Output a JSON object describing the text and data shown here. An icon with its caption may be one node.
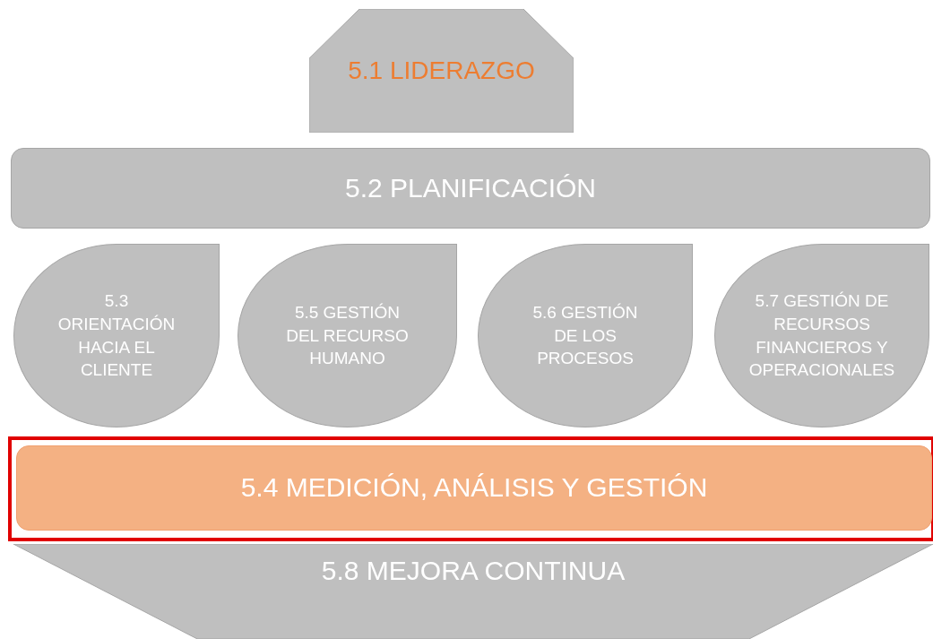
{
  "diagram": {
    "nodes": [
      {
        "text": [
          "5.1 LIDERAZGO"
        ]
      },
      {
        "text": [
          "5.2 PLANIFICACIÓN"
        ]
      },
      {
        "text": [
          "5.3 ORIENTACIÓN HACIA EL CLIENTE"
        ]
      },
      {
        "text": [
          "5.5 GESTIÓN DEL RECURSO HUMANO"
        ]
      },
      {
        "text": [
          "5.6 GESTIÓN DE LOS PROCESOS"
        ]
      },
      {
        "text": [
          "5.7 GESTIÓN DE RECURSOS FINANCIEROS Y OPERACIONALES"
        ]
      },
      {
        "text": [
          "5.4 MEDICIÓN, ANÁLISIS Y GESTIÓN"
        ]
      },
      {
        "text": [
          "5.8 MEJORA CONTINUA"
        ]
      }
    ]
  }
}
